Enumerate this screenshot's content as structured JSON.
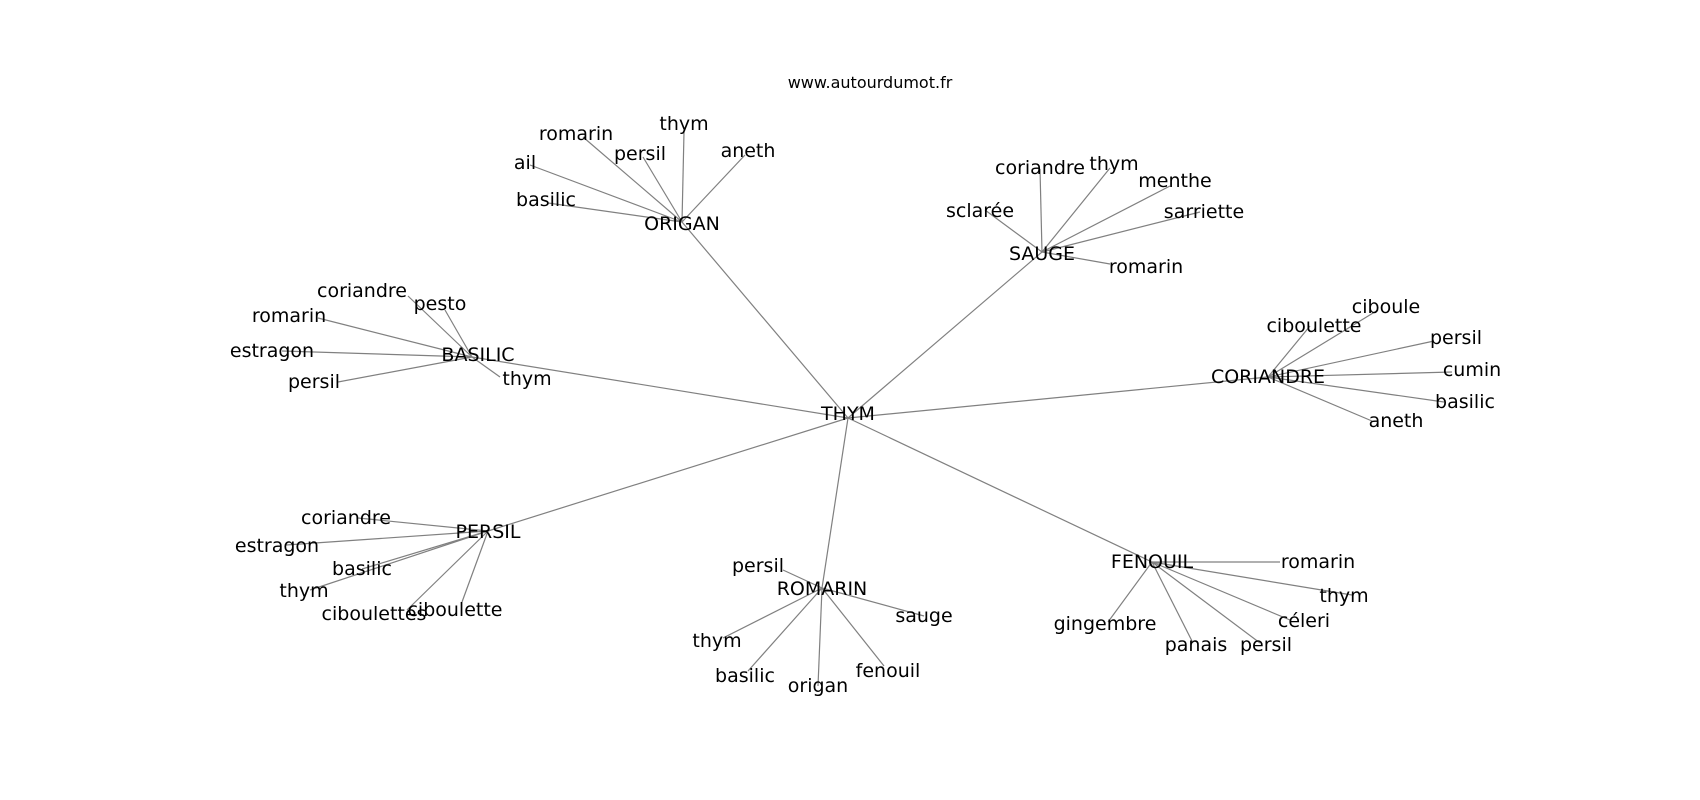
{
  "header": {
    "source": "www.autourdumot.fr"
  },
  "graph": {
    "center": "THYM",
    "groups": [
      {
        "hub": "ORIGAN",
        "leaves": [
          "romarin",
          "thym",
          "persil",
          "aneth",
          "ail",
          "basilic"
        ]
      },
      {
        "hub": "SAUGE",
        "leaves": [
          "coriandre",
          "thym",
          "menthe",
          "sarriette",
          "sclarée",
          "romarin"
        ]
      },
      {
        "hub": "BASILIC",
        "leaves": [
          "coriandre",
          "pesto",
          "romarin",
          "estragon",
          "persil",
          "thym"
        ]
      },
      {
        "hub": "CORIANDRE",
        "leaves": [
          "ciboule",
          "ciboulette",
          "persil",
          "cumin",
          "basilic",
          "aneth"
        ]
      },
      {
        "hub": "PERSIL",
        "leaves": [
          "coriandre",
          "estragon",
          "basilic",
          "thym",
          "ciboulettes",
          "ciboulette"
        ]
      },
      {
        "hub": "ROMARIN",
        "leaves": [
          "persil",
          "sauge",
          "thym",
          "basilic",
          "origan",
          "fenouil"
        ]
      },
      {
        "hub": "FENOUIL",
        "leaves": [
          "romarin",
          "thym",
          "céleri",
          "gingembre",
          "panais",
          "persil"
        ]
      }
    ]
  }
}
